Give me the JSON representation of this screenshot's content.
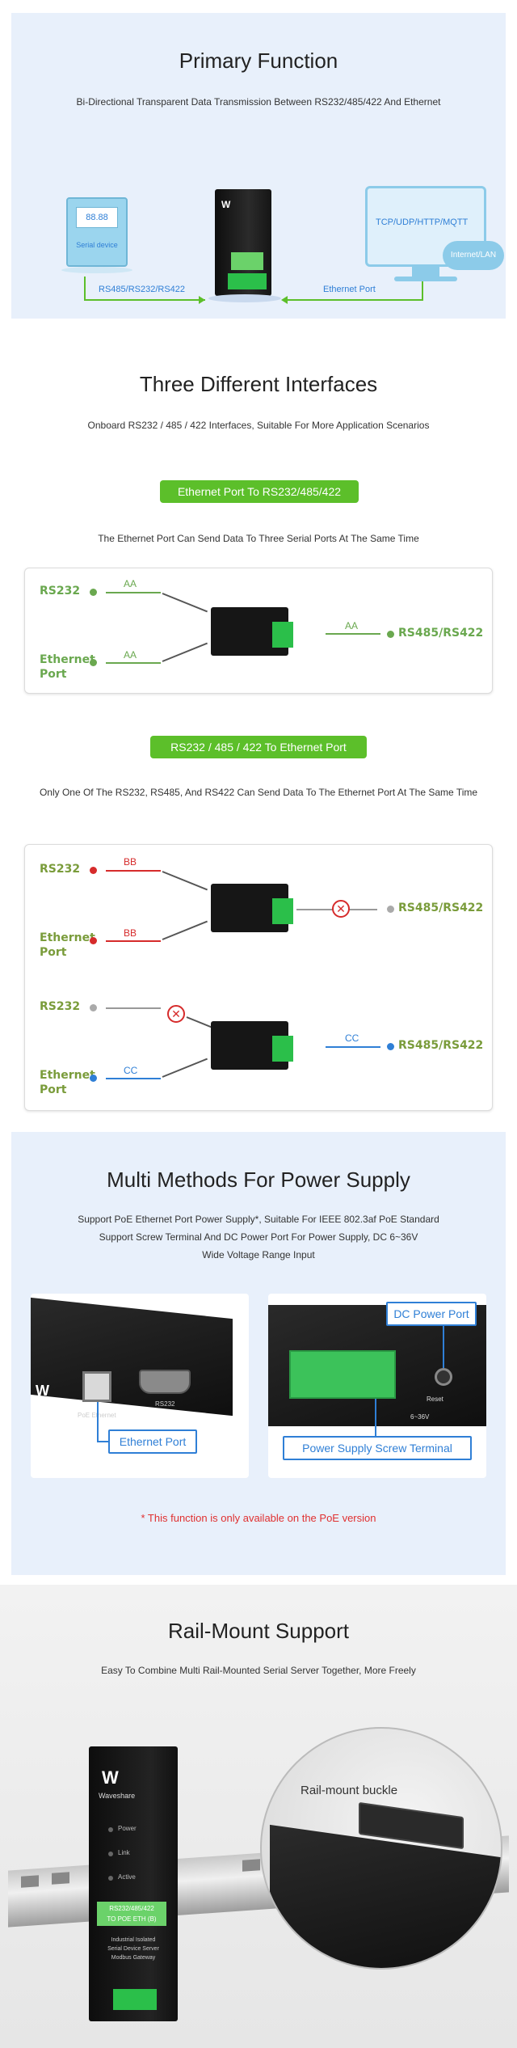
{
  "primary": {
    "title": "Primary Function",
    "subtitle": "Bi-Directional Transparent Data Transmission Between RS232/485/422 And Ethernet",
    "serial_device_label": "88.88",
    "serial_device_caption": "Serial device",
    "monitor_text": "TCP/UDP/HTTP/MQTT",
    "cloud_text": "Internet/LAN",
    "left_link_label": "RS485/RS232/RS422",
    "right_link_label": "Ethernet Port"
  },
  "interfaces": {
    "title": "Three Different Interfaces",
    "subtitle": "Onboard RS232 / 485 / 422 Interfaces, Suitable For More Application Scenarios",
    "mode1": {
      "pill": "Ethernet Port To RS232/485/422",
      "desc": "The Ethernet Port Can Send Data To Three Serial Ports At The Same Time",
      "rs232": "RS232",
      "ethernet": "Ethernet Port",
      "rs485": "RS485/RS422",
      "aa": "AA"
    },
    "mode2": {
      "pill": "RS232 / 485 / 422 To Ethernet Port",
      "desc": "Only One Of The RS232, RS485, And RS422 Can Send Data To The Ethernet Port At The Same Time",
      "rs232": "RS232",
      "ethernet": "Ethernet Port",
      "rs485": "RS485/RS422",
      "bb": "BB",
      "cc": "CC"
    }
  },
  "power": {
    "title": "Multi Methods For Power Supply",
    "lines": [
      "Support PoE Ethernet Port Power Supply*, Suitable For IEEE 802.3af PoE Standard",
      "Support Screw Terminal And DC Power Port For Power Supply, DC 6~36V",
      "Wide Voltage Range Input"
    ],
    "label_ethernet": "Ethernet Port",
    "label_dc": "DC Power Port",
    "label_terminal": "Power Supply Screw Terminal",
    "port_rs232": "RS232",
    "port_poe": "PoE Ethernet",
    "port_reset": "Reset",
    "port_voltage": "6~36V",
    "note": "* This function is only available on the PoE version"
  },
  "rail": {
    "title": "Rail-Mount Support",
    "subtitle": "Easy To Combine Multi Rail-Mounted Serial Server Together, More Freely",
    "buckle_label": "Rail-mount buckle",
    "brand": "Waveshare",
    "leds": [
      "Power",
      "Link",
      "Active"
    ],
    "badge_line1": "RS232/485/422",
    "badge_line2": "TO POE ETH (B)",
    "desc_lines": [
      "Industrial Isolated",
      "Serial Device Server",
      "Modbus Gateway"
    ]
  },
  "colors": {
    "green": "#5cbf2a",
    "red": "#d62b2b",
    "blue": "#2f7fd6",
    "panel": "#e8f0fb"
  }
}
